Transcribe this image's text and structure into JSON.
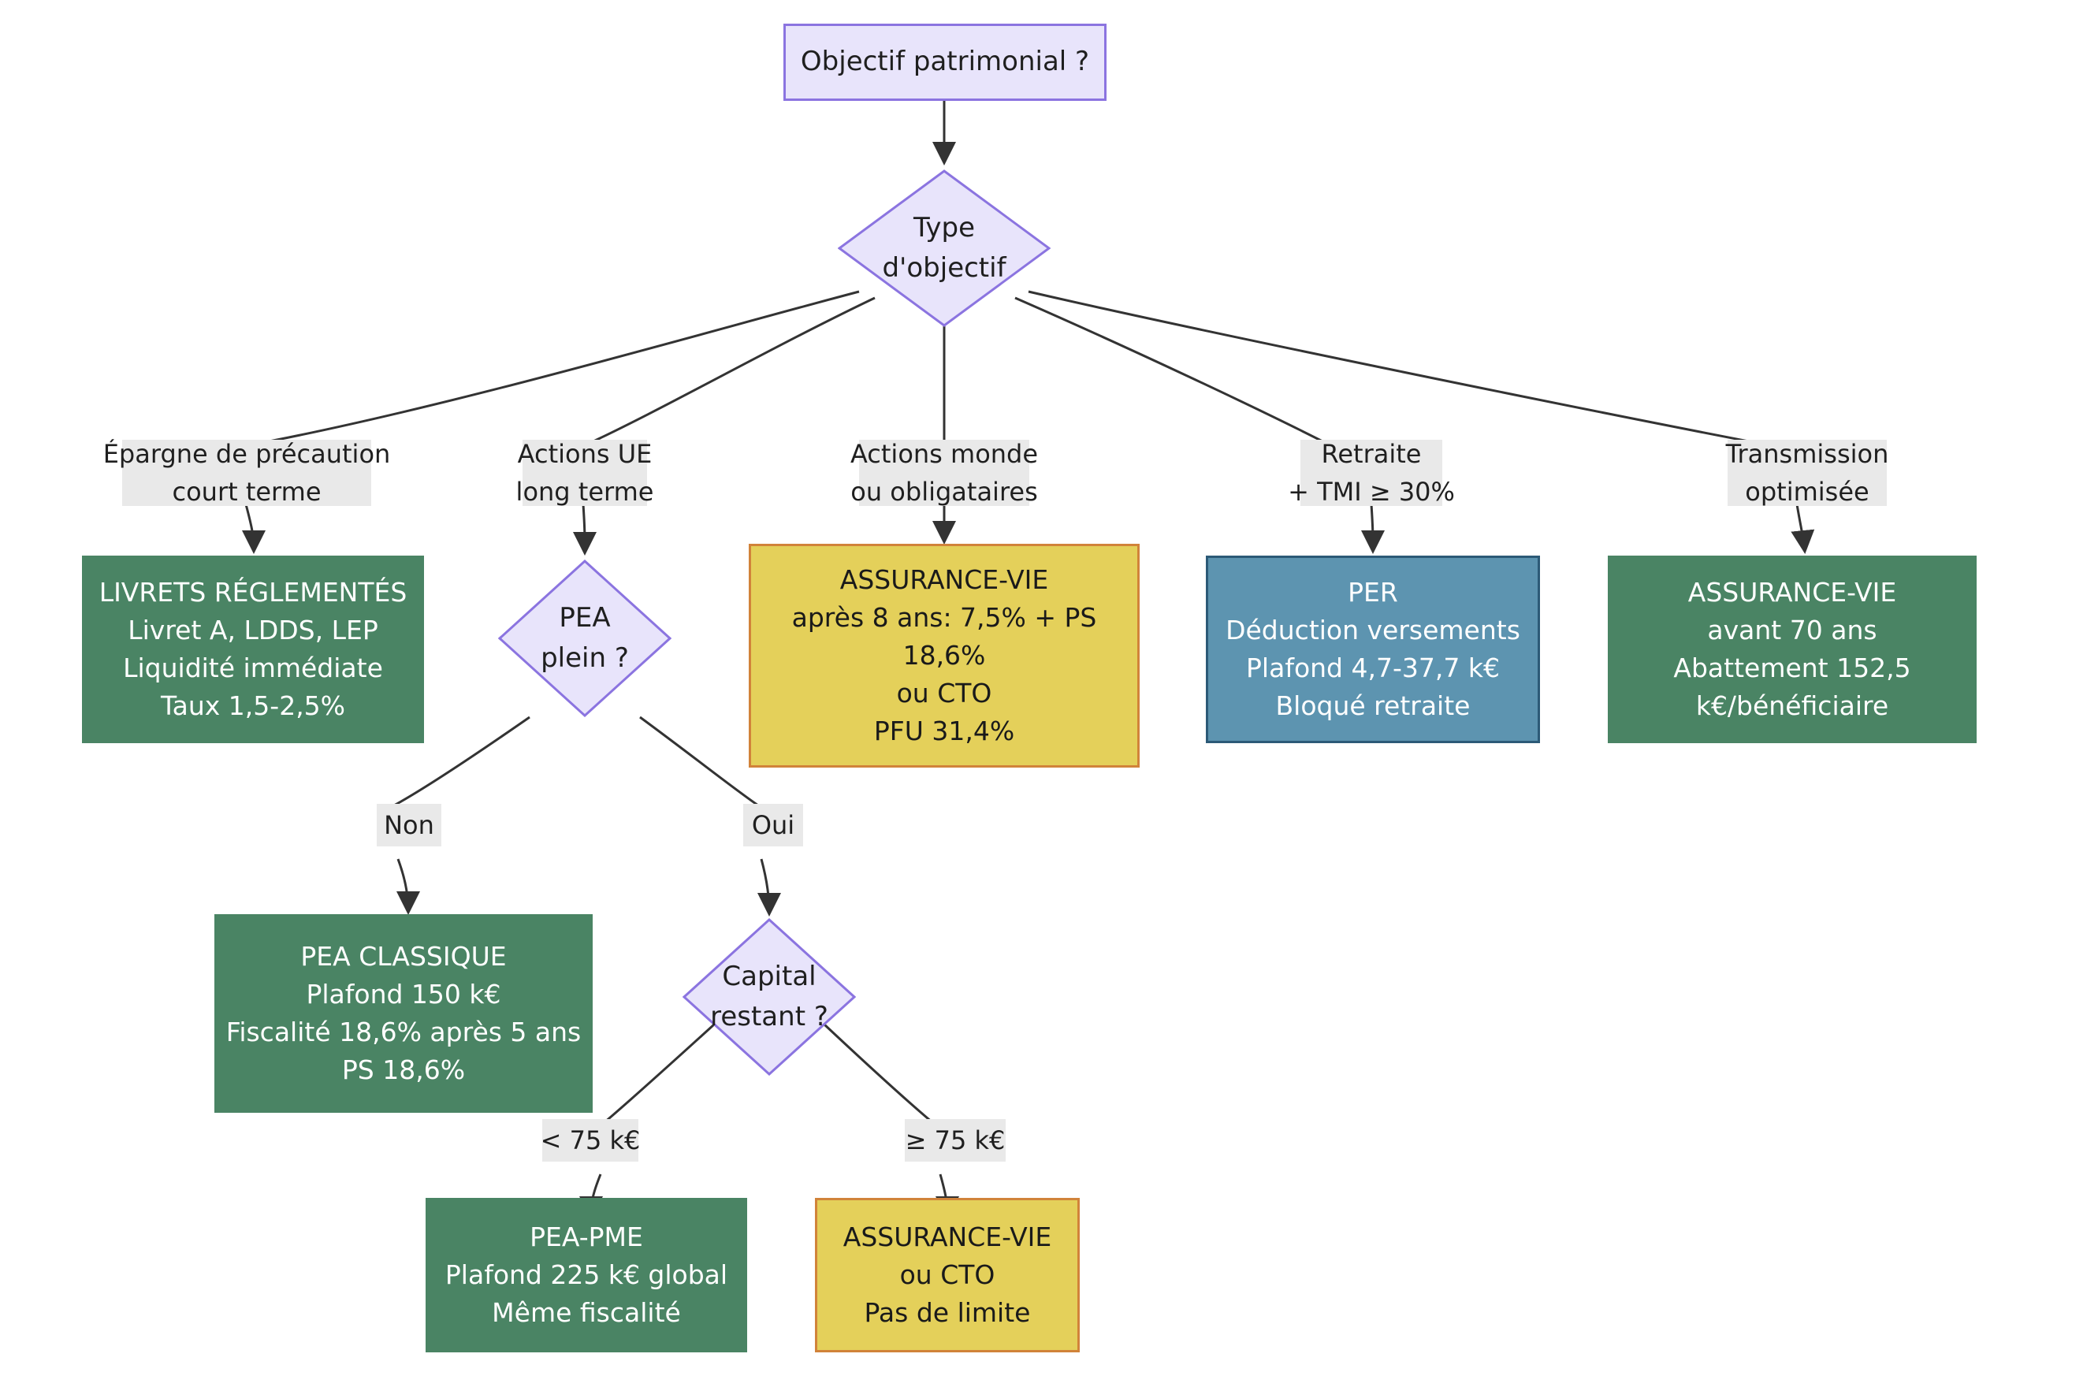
{
  "diagram": {
    "type": "flowchart",
    "title": "Arbre de décision - Objectif patrimonial",
    "colors": {
      "decision_fill": "#e8e4fb",
      "decision_stroke": "#8b74e0",
      "green_fill": "#4a8464",
      "yellow_fill": "#e4d05a",
      "yellow_stroke": "#d1833a",
      "blue_fill": "#5d94b0",
      "blue_stroke": "#2c5a77",
      "edge_stroke": "#333333",
      "edge_label_bg": "#e9e9e9",
      "background": "#ffffff"
    },
    "nodes": {
      "root": {
        "label": "Objectif patrimonial ?"
      },
      "type_objectif": {
        "line1": "Type",
        "line2": "d'objectif"
      },
      "livrets": {
        "line1": "LIVRETS RÉGLEMENTÉS",
        "line2": "Livret A, LDDS, LEP",
        "line3": "Liquidité immédiate",
        "line4": "Taux 1,5-2,5%"
      },
      "pea_plein": {
        "line1": "PEA",
        "line2": "plein ?"
      },
      "assurance_vie_8ans": {
        "line1": "ASSURANCE-VIE",
        "line2": "après 8 ans: 7,5% + PS",
        "line3": "18,6%",
        "line4": "ou CTO",
        "line5": "PFU 31,4%"
      },
      "per": {
        "line1": "PER",
        "line2": "Déduction versements",
        "line3": "Plafond 4,7-37,7 k€",
        "line4": "Bloqué retraite"
      },
      "assurance_vie_70ans": {
        "line1": "ASSURANCE-VIE",
        "line2": "avant 70 ans",
        "line3": "Abattement 152,5",
        "line4": "k€/bénéficiaire"
      },
      "pea_classique": {
        "line1": "PEA CLASSIQUE",
        "line2": "Plafond 150 k€",
        "line3": "Fiscalité 18,6% après 5 ans",
        "line4": "PS 18,6%"
      },
      "capital_restant": {
        "line1": "Capital",
        "line2": "restant ?"
      },
      "pea_pme": {
        "line1": "PEA-PME",
        "line2": "Plafond 225 k€ global",
        "line3": "Même fiscalité"
      },
      "assurance_vie_cto": {
        "line1": "ASSURANCE-VIE",
        "line2": "ou CTO",
        "line3": "Pas de limite"
      }
    },
    "edge_labels": {
      "epargne": {
        "line1": "Épargne de précaution",
        "line2": "court terme"
      },
      "actions_ue": {
        "line1": "Actions UE",
        "line2": "long terme"
      },
      "actions_monde": {
        "line1": "Actions monde",
        "line2": "ou obligataires"
      },
      "retraite": {
        "line1": "Retraite",
        "line2": "+ TMI ≥ 30%"
      },
      "transmission": {
        "line1": "Transmission",
        "line2": "optimisée"
      },
      "non": {
        "line1": "Non"
      },
      "oui": {
        "line1": "Oui"
      },
      "moins_75k": {
        "line1": "< 75 k€"
      },
      "plus_75k": {
        "line1": "≥ 75 k€"
      }
    }
  }
}
